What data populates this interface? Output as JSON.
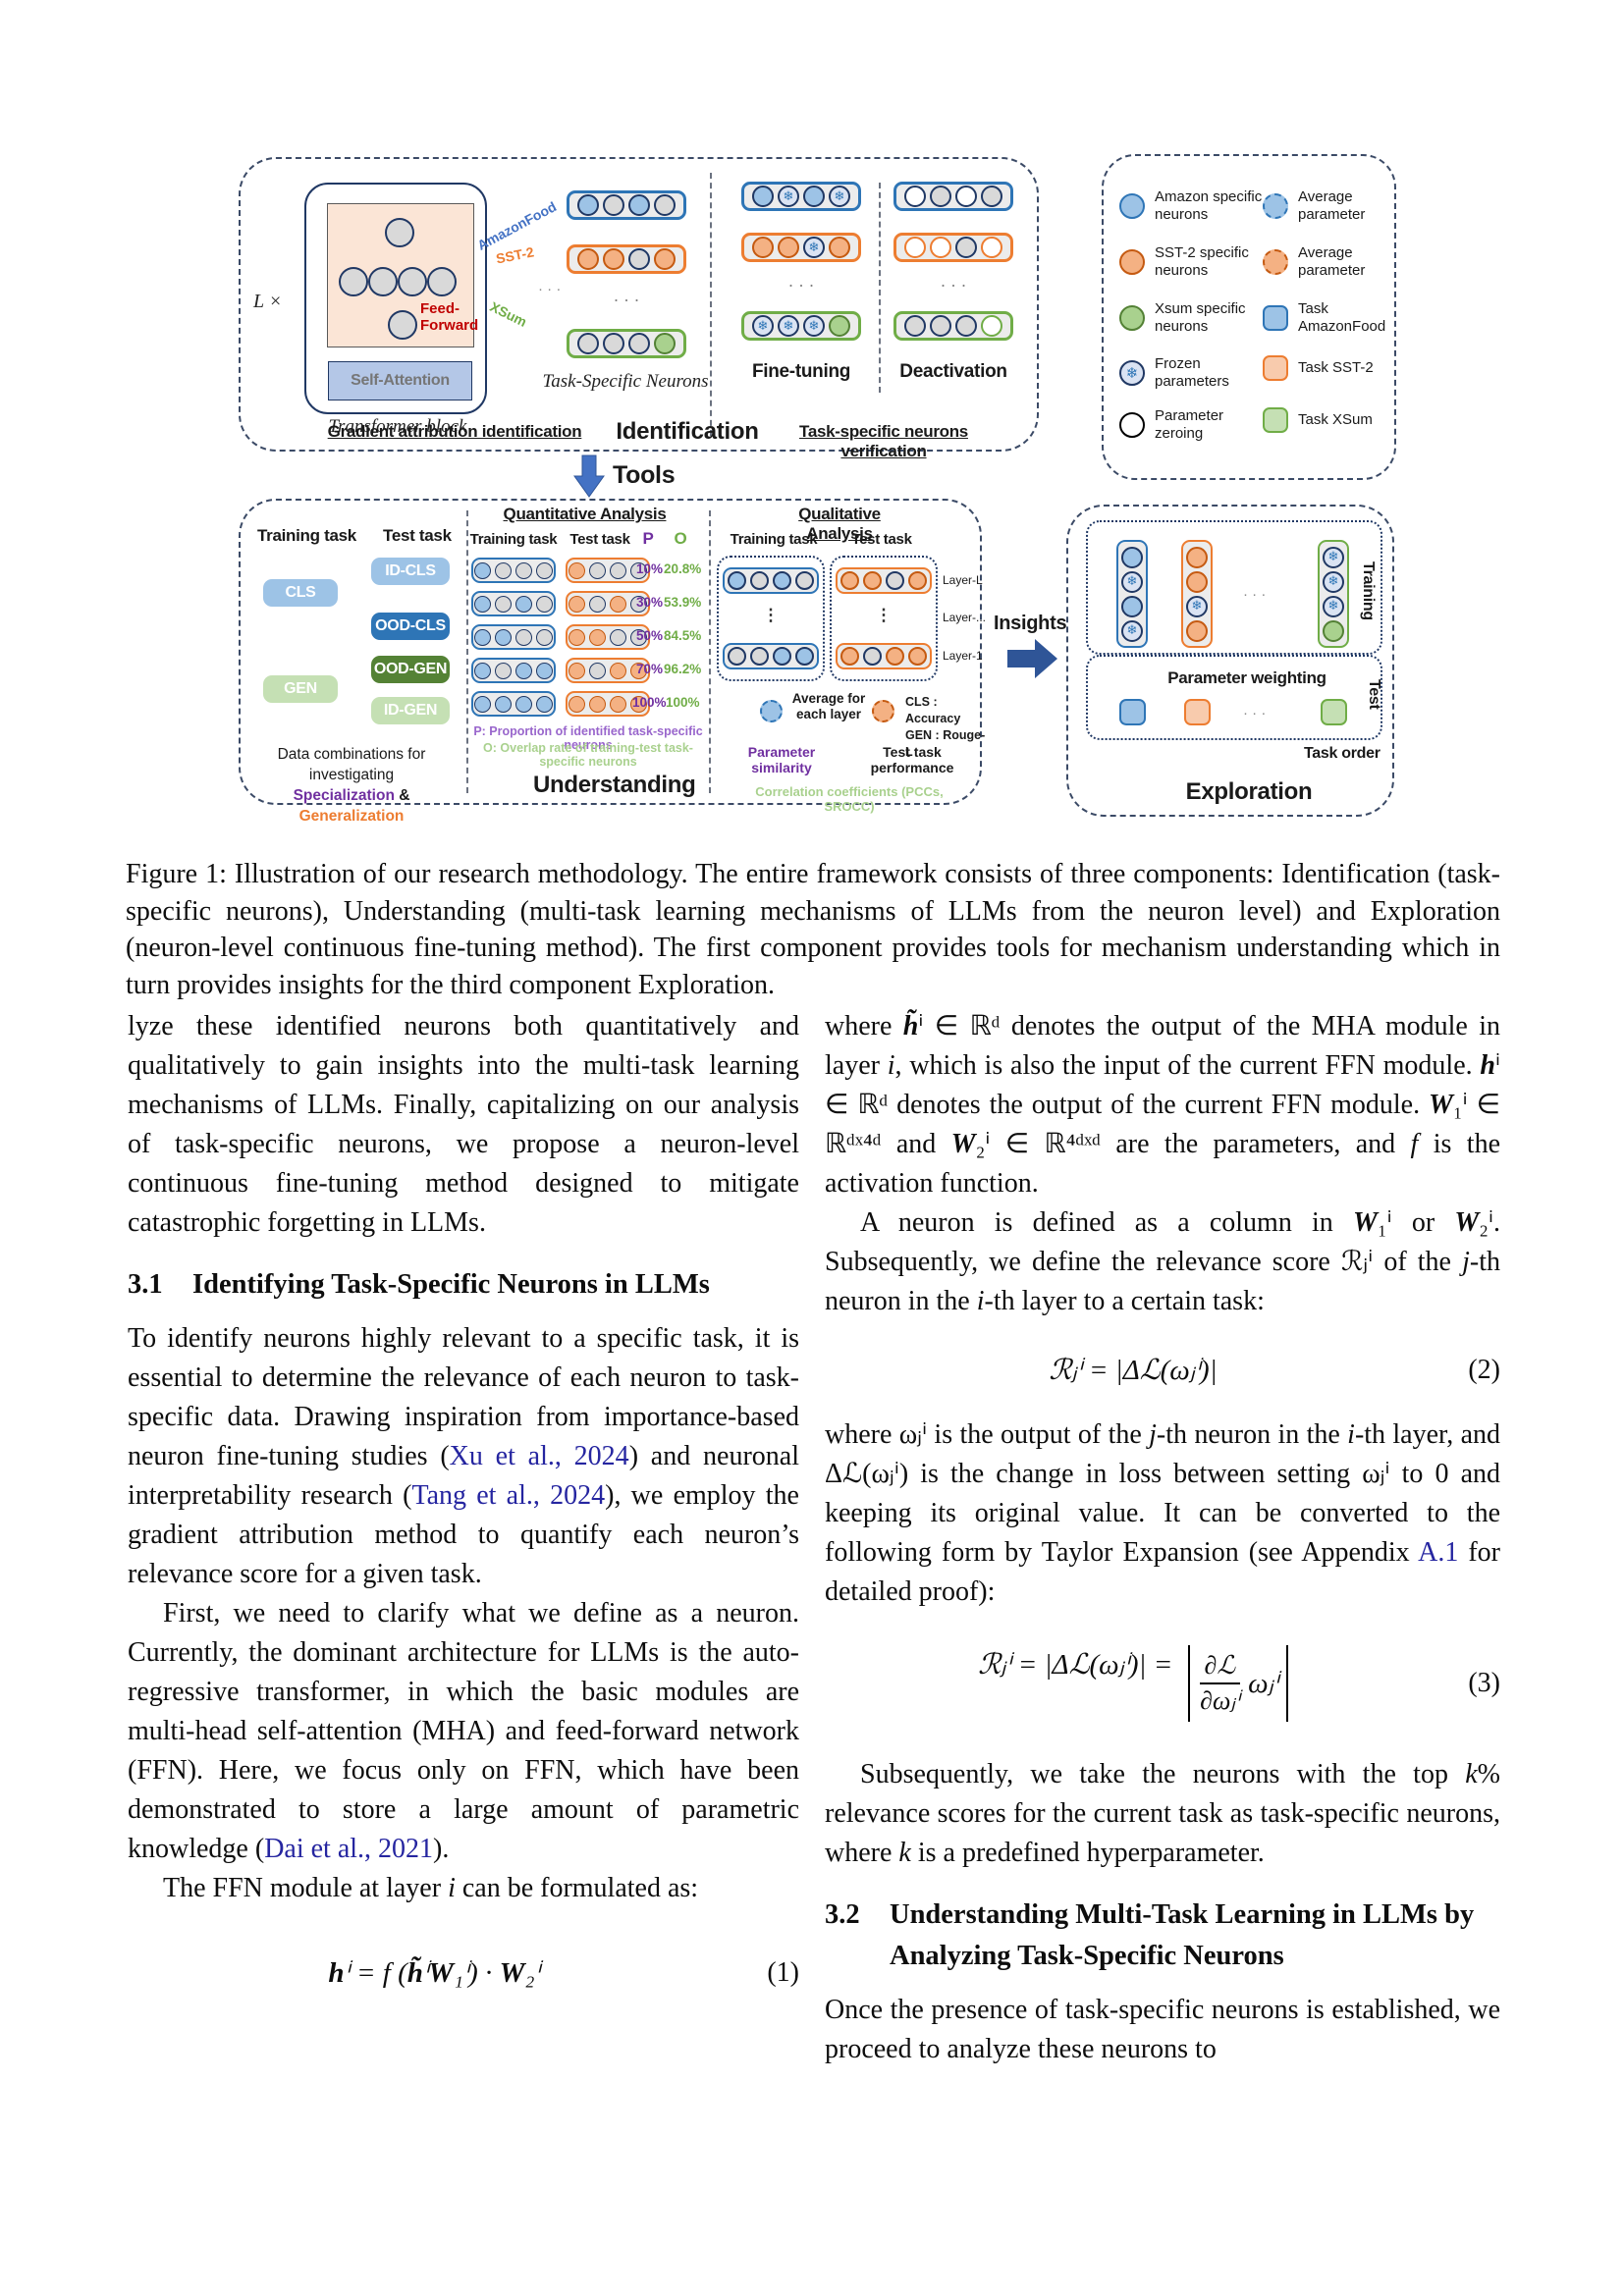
{
  "figure": {
    "dots_h": "· · ·",
    "vdots": "⋮",
    "identification": {
      "l_times": "L ×",
      "ff_line1": "Feed-",
      "ff_line2": "Forward",
      "self_attention": "Self-Attention",
      "transformer_block": "Transformer block",
      "arrow_amazon": "AmazonFood",
      "arrow_sst2": "SST-2",
      "arrow_xsum": "XSum",
      "task_specific_neurons": "Task-Specific Neurons",
      "gradient_attribution": "Gradient attribution identification",
      "title": "Identification",
      "fine_tuning": "Fine-tuning",
      "deactivation": "Deactivation",
      "verification": "Task-specific neurons verification",
      "id_rows": [
        [
          "blue",
          "gray",
          "blue",
          "gray"
        ],
        [
          "orange",
          "orange",
          "gray",
          "orange"
        ],
        [
          "gray",
          "gray",
          "gray",
          "green"
        ]
      ],
      "ft_rows": [
        [
          "blue",
          "frozen",
          "blue",
          "frozen"
        ],
        [
          "orange",
          "orange",
          "frozen",
          "orange"
        ],
        [
          "frozen",
          "frozen",
          "frozen",
          "green"
        ]
      ],
      "de_rows": [
        [
          "white",
          "gray",
          "white",
          "gray"
        ],
        [
          "whiteO",
          "whiteO",
          "gray",
          "whiteO"
        ],
        [
          "gray",
          "gray",
          "gray",
          "whiteG"
        ]
      ]
    },
    "legend": {
      "left": [
        {
          "icon": "circle-amazon",
          "label": "Amazon specific neurons"
        },
        {
          "icon": "circle-sst2",
          "label": "SST-2 specific neurons"
        },
        {
          "icon": "circle-xsum",
          "label": "Xsum specific neurons"
        },
        {
          "icon": "circle-frozen",
          "label": "Frozen parameters"
        },
        {
          "icon": "circle-zeroing",
          "label": "Parameter zeroing"
        }
      ],
      "right": [
        {
          "icon": "circle-avg-blue",
          "label": "Average parameter"
        },
        {
          "icon": "circle-avg-orange",
          "label": "Average parameter"
        },
        {
          "icon": "square-amazonfood",
          "label": "Task AmazonFood"
        },
        {
          "icon": "square-sst2",
          "label": "Task SST-2"
        },
        {
          "icon": "square-xsum",
          "label": "Task XSum"
        }
      ]
    },
    "tools_label": "Tools",
    "understanding": {
      "title": "Understanding",
      "data_comb": {
        "training_task": "Training task",
        "test_task": "Test task",
        "cls": "CLS",
        "gen": "GEN",
        "id_cls": "ID-CLS",
        "ood_cls": "OOD-CLS",
        "ood_gen": "OOD-GEN",
        "id_gen": "ID-GEN",
        "caption1": "Data combinations for investigating",
        "spec": "Specialization",
        "amp": " & ",
        "genz": "Generalization"
      },
      "quant": {
        "title": "Quantitative Analysis",
        "training_task": "Training task",
        "test_task": "Test task",
        "p_header": "P",
        "o_header": "O",
        "rows": [
          {
            "p": "10%",
            "o": "20.8%",
            "train": [
              "blue",
              "gray",
              "gray",
              "gray"
            ],
            "test": [
              "orange",
              "gray",
              "gray",
              "gray"
            ]
          },
          {
            "p": "30%",
            "o": "53.9%",
            "train": [
              "blue",
              "gray",
              "blue",
              "gray"
            ],
            "test": [
              "orange",
              "gray",
              "orange",
              "gray"
            ]
          },
          {
            "p": "50%",
            "o": "84.5%",
            "train": [
              "blue",
              "blue",
              "gray",
              "gray"
            ],
            "test": [
              "orange",
              "orange",
              "gray",
              "gray"
            ]
          },
          {
            "p": "70%",
            "o": "96.2%",
            "train": [
              "blue",
              "gray",
              "blue",
              "blue"
            ],
            "test": [
              "orange",
              "gray",
              "orange",
              "orange"
            ]
          },
          {
            "p": "100%",
            "o": "100%",
            "train": [
              "blue",
              "blue",
              "blue",
              "blue"
            ],
            "test": [
              "orange",
              "orange",
              "orange",
              "orange"
            ]
          }
        ],
        "p_note": "P: Proportion of identified task-specific neurons",
        "o_note": "O: Overlap rate of training-test task-specific neurons"
      },
      "qual": {
        "title": "Qualitative Analysis",
        "training_task": "Training task",
        "test_task": "Test task",
        "layer_l": "Layer-L",
        "layer_mid": "Layer-...",
        "layer_1": "Layer-1",
        "train_top": [
          "blue",
          "gray",
          "blue",
          "gray"
        ],
        "train_bot": [
          "gray",
          "gray",
          "blue",
          "blue"
        ],
        "test_top": [
          "orange",
          "orange",
          "gray",
          "orange"
        ],
        "test_bot": [
          "orange",
          "gray",
          "orange",
          "orange"
        ],
        "average": "Average for each layer",
        "cls_acc": "CLS : Accuracy",
        "gen_rouge": "GEN : Rouge-L",
        "param_sim": "Parameter similarity",
        "test_perf": "Test task performance",
        "corr": "Correlation coefficients (PCCs, SROCC)"
      }
    },
    "insights_label": "Insights",
    "exploration": {
      "title": "Exploration",
      "param_weighting": "Parameter weighting",
      "training_label": "Training",
      "test_label": "Test",
      "task_order": "Task order",
      "cols": [
        [
          "blue",
          "frozen",
          "blue",
          "frozen"
        ],
        [
          "orange",
          "orange",
          "frozen",
          "orange"
        ],
        [
          "frozen",
          "frozen",
          "frozen",
          "green"
        ]
      ]
    }
  },
  "caption": "Figure 1: Illustration of our research methodology. The entire framework consists of three components: Identification (task-specific neurons), Understanding (multi-task learning mechanisms of LLMs from the neuron level) and Exploration (neuron-level continuous fine-tuning method). The first component provides tools for mechanism understanding which in turn provides insights for the third component Exploration.",
  "article": {
    "p1": [
      {
        "t": "lyze these identified neurons both quantitatively and qualitatively to gain insights into the multi-task learning mechanisms of LLMs. Finally, capitalizing on our analysis of task-specific neurons, we propose a neuron-level continuous fine-tuning method designed to mitigate catastrophic forgetting in LLMs."
      }
    ],
    "h31_num": "3.1",
    "h31_text": "Identifying Task-Specific Neurons in LLMs",
    "p2": [
      {
        "t": "To identify neurons highly relevant to a specific task, it is essential to determine the relevance of each neuron to task-specific data. Drawing inspiration from importance-based neuron fine-tuning studies ("
      },
      {
        "t": "Xu et al., 2024",
        "c": "cite"
      },
      {
        "t": ") and neuronal interpretability research ("
      },
      {
        "t": "Tang et al., 2024",
        "c": "cite"
      },
      {
        "t": "), we employ the gradient attribution method to quantify each neuron’s relevance score for a given task."
      }
    ],
    "p3": [
      {
        "t": "First, we need to clarify what we define as a neuron. Currently, the dominant architecture for LLMs is the auto-regressive transformer, in which the basic modules are multi-head self-attention (MHA) and feed-forward network (FFN). Here, we focus only on FFN, which have been demonstrated to store a large amount of parametric knowledge ("
      },
      {
        "t": "Dai et al., 2021",
        "c": "cite"
      },
      {
        "t": ")."
      }
    ],
    "p4": [
      {
        "t": "The FFN module at layer "
      },
      {
        "t": "i",
        "c": "m"
      },
      {
        "t": " can be formulated as:"
      }
    ],
    "eq1": [
      {
        "t": "h",
        "c": "b"
      },
      {
        "t": "ⁱ"
      },
      {
        "t": " = f ("
      },
      {
        "t": "h̃",
        "c": "b"
      },
      {
        "t": "ⁱ"
      },
      {
        "t": "W",
        "c": "b"
      },
      {
        "t": "₁ⁱ"
      },
      {
        "t": ") · "
      },
      {
        "t": "W",
        "c": "b"
      },
      {
        "t": "₂ⁱ"
      }
    ],
    "eq1_num": "(1)",
    "p5": [
      {
        "t": "where "
      },
      {
        "t": "h̃",
        "c": "b"
      },
      {
        "t": "ⁱ"
      },
      {
        "t": " ∈ ℝᵈ denotes the output of the MHA module in layer "
      },
      {
        "t": "i",
        "c": "m"
      },
      {
        "t": ", which is also the input of the current FFN module. "
      },
      {
        "t": "h",
        "c": "b"
      },
      {
        "t": "ⁱ"
      },
      {
        "t": " ∈ ℝᵈ denotes the output of the current FFN module. "
      },
      {
        "t": "W",
        "c": "b"
      },
      {
        "t": "₁ⁱ"
      },
      {
        "t": " ∈ ℝᵈˣ⁴ᵈ and "
      },
      {
        "t": "W",
        "c": "b"
      },
      {
        "t": "₂ⁱ"
      },
      {
        "t": " ∈ ℝ⁴ᵈˣᵈ are the parameters, and "
      },
      {
        "t": "f",
        "c": "m"
      },
      {
        "t": " is the activation function."
      }
    ],
    "p6": [
      {
        "t": "A neuron is defined as a column in "
      },
      {
        "t": "W",
        "c": "b"
      },
      {
        "t": "₁ⁱ"
      },
      {
        "t": " or "
      },
      {
        "t": "W",
        "c": "b"
      },
      {
        "t": "₂ⁱ"
      },
      {
        "t": ". Subsequently, we define the relevance score ℛⱼⁱ of the "
      },
      {
        "t": "j",
        "c": "m"
      },
      {
        "t": "-th neuron in the "
      },
      {
        "t": "i",
        "c": "m"
      },
      {
        "t": "-th layer to a certain task:"
      }
    ],
    "eq2": [
      {
        "t": "ℛⱼⁱ = |Δℒ(ωⱼⁱ)|"
      }
    ],
    "eq2_num": "(2)",
    "p7": [
      {
        "t": "where ωⱼⁱ is the output of the "
      },
      {
        "t": "j",
        "c": "m"
      },
      {
        "t": "-th neuron in the "
      },
      {
        "t": "i",
        "c": "m"
      },
      {
        "t": "-th layer, and Δℒ(ωⱼⁱ) is the change in loss between setting ωⱼⁱ to 0 and keeping its original value. It can be converted to the following form by Taylor Expansion (see Appendix "
      },
      {
        "t": "A.1",
        "c": "cite"
      },
      {
        "t": " for detailed proof):"
      }
    ],
    "eq3_lhs": [
      {
        "t": "ℛⱼⁱ = |Δℒ(ωⱼⁱ)| ="
      }
    ],
    "eq3_frac_top": "∂ℒ",
    "eq3_frac_bot": "∂ωⱼⁱ",
    "eq3_tail": "ωⱼⁱ",
    "eq3_num": "(3)",
    "p8": [
      {
        "t": "Subsequently, we take the neurons with the top "
      },
      {
        "t": "k",
        "c": "m"
      },
      {
        "t": "% relevance scores for the current task as task-specific neurons, where "
      },
      {
        "t": "k",
        "c": "m"
      },
      {
        "t": " is a predefined hyperparameter."
      }
    ],
    "h32_num": "3.2",
    "h32_text": "Understanding Multi-Task Learning in LLMs by Analyzing Task-Specific Neurons",
    "p9": [
      {
        "t": "Once the presence of task-specific neurons is established, we proceed to analyze these neurons to"
      }
    ]
  }
}
